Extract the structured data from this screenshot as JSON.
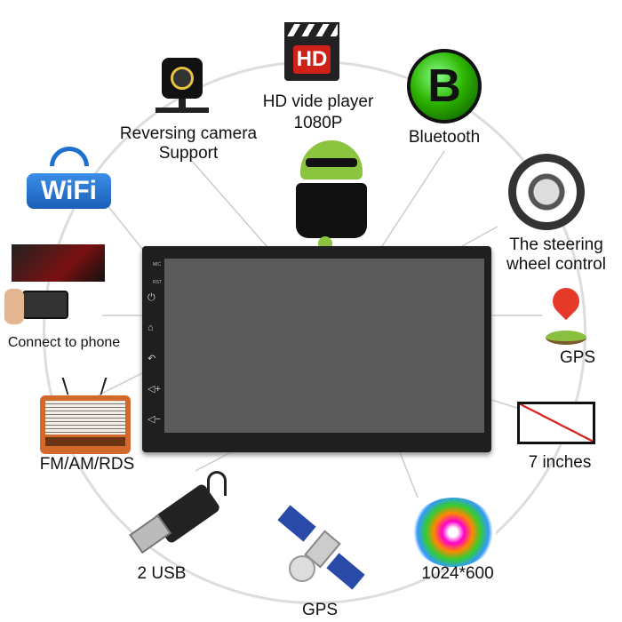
{
  "features": {
    "hd": {
      "badge": "HD",
      "line1": "HD vide player",
      "line2": "1080P"
    },
    "camera": {
      "line1": "Reversing camera",
      "line2": "Support"
    },
    "bluetooth": {
      "badge": "B",
      "label": "Bluetooth"
    },
    "wifi": {
      "badge": "WiFi"
    },
    "steering": {
      "line1": "The steering",
      "line2": "wheel control"
    },
    "phone": {
      "label": "Connect to phone"
    },
    "gps_pin": {
      "label": "GPS"
    },
    "radio": {
      "label": "FM/AM/RDS"
    },
    "size": {
      "label": "7 inches"
    },
    "usb": {
      "label": "2 USB"
    },
    "gps_sat": {
      "label": "GPS"
    },
    "resolution": {
      "label": "1024*600"
    }
  },
  "device": {
    "mic_label": "MIC",
    "rst_label": "RST"
  },
  "colors": {
    "green": "#2db400",
    "wifi_blue": "#1e6fd0",
    "hd_red": "#d0201a",
    "radio_orange": "#d2692a"
  }
}
